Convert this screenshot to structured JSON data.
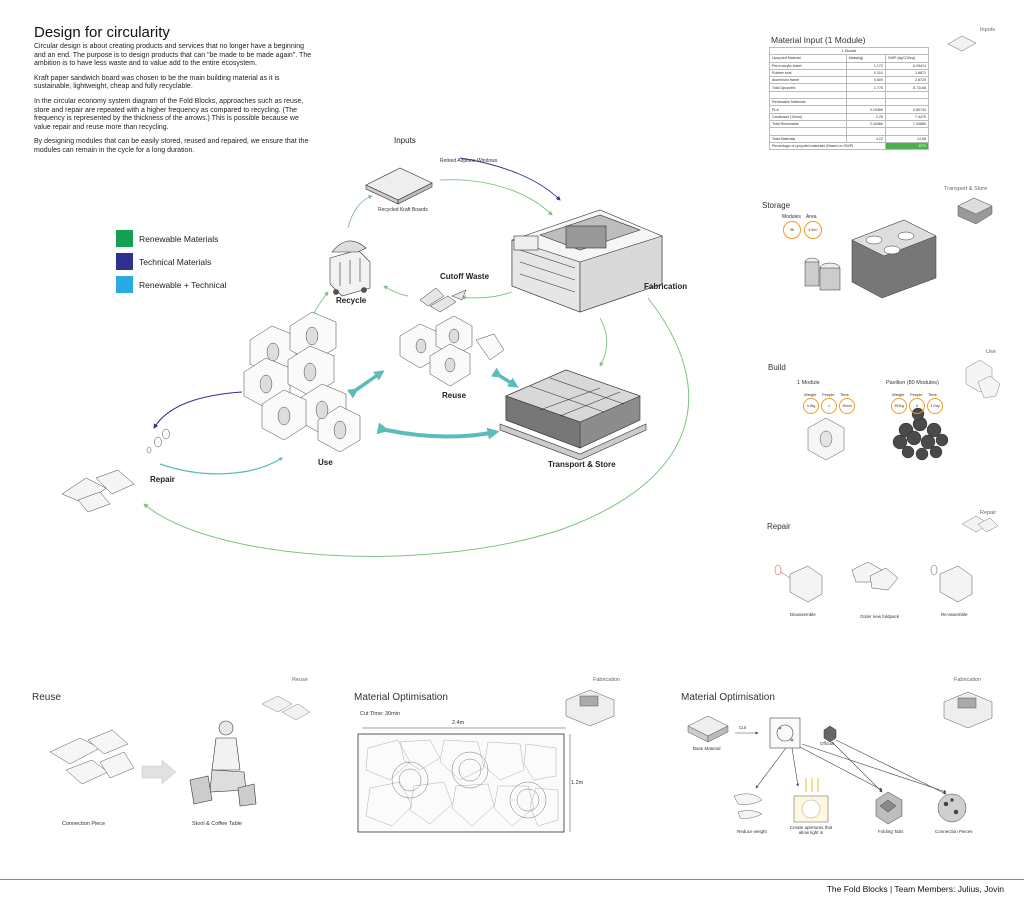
{
  "title": "Design for circularity",
  "intro": [
    "Circular design is about creating products and services that no longer have a beginning and an end. The purpose is to design products that can \"be made to be made again\". The ambition is to have less waste and to value add to the entire ecosystem.",
    "Kraft paper sandwich board was chosen to be the main building material as it is sustainable, lightweight, cheap and fully recyclable.",
    "In the circular economy system diagram of the Fold Blocks, approaches such as reuse, store and repair are repeated with a higher frequency as compared to recycling. (The frequency is represented by the thickness of the arrows.) This is possible because we value repair and reuse more than recycling.",
    "By designing modules that can be easily stored, reused and repaired, we ensure that the modules can remain in the cycle for a long duration."
  ],
  "legend": [
    {
      "label": "Renewable Materials",
      "color": "#14a053"
    },
    {
      "label": "Technical Materials",
      "color": "#2e3192"
    },
    {
      "label": "Renewable + Technical",
      "color": "#29abe2"
    }
  ],
  "colors": {
    "renewable": "#14a053",
    "technical": "#2e3192",
    "renewable_technical": "#29abe2",
    "teal_arrow": "#5bbdbb",
    "green_arrow": "#7cc47f",
    "badge": "#f39a21",
    "table_highlight": "#4caf50"
  },
  "cycle": {
    "inputs": "Inputs",
    "retired_windows": "Retired Airplane Windows",
    "recycled_boards": "Recycled Kraft Boards",
    "recycle": "Recycle",
    "cutoff": "Cutoff Waste",
    "fabrication": "Fabrication",
    "reuse": "Reuse",
    "use": "Use",
    "transport": "Transport & Store",
    "repair": "Repair"
  },
  "material_input": {
    "title": "Material Input (1 Module)",
    "header": "1 Module",
    "columns": [
      "Upcycled Material",
      "Mass(kg)",
      "GWP (kgCO2eq)"
    ],
    "rows": [
      [
        "Perm acrylic sheet",
        "1.172",
        "6.29414"
      ],
      [
        "Rubber seal",
        "0.310",
        "1.6871"
      ],
      [
        "Aluminium frame",
        "0.609",
        "2.8720"
      ],
      [
        "Total Upcycled",
        "1.776",
        "8.71146"
      ],
      [
        "",
        "",
        ""
      ],
      [
        "Renewable Materials",
        "",
        ""
      ],
      [
        "PLA",
        "0.19466",
        "0.89744"
      ],
      [
        "Cardboard (10mm)",
        "2.25",
        "7.4475"
      ],
      [
        "Total Renewable",
        "2.44466",
        "7.34889"
      ],
      [
        "",
        "",
        ""
      ],
      [
        "Total Materials",
        "4.22",
        "14.86"
      ],
      [
        "Percentage of upcycled materials (Based on GWP)",
        "",
        "67%"
      ]
    ]
  },
  "thumbs": {
    "inputs": "Inputs",
    "transport": "Transport & Store",
    "use": "Use",
    "repair": "Repair"
  },
  "storage": {
    "title": "Storage",
    "modules_label": "Modules",
    "area_label": "Area",
    "modules_value": "96",
    "area_value": "4.9m²"
  },
  "build": {
    "title": "Build",
    "one_module": "1 Module",
    "pavilion": "Pavilion (80 Modules)",
    "labels": [
      "Weight",
      "People",
      "Time"
    ],
    "one_values": [
      "4.9kg",
      "1",
      "15min"
    ],
    "pavilion_values": [
      "392kg",
      "6",
      "3 Day"
    ]
  },
  "repair": {
    "title": "Repair",
    "steps": [
      "Disassemble",
      "Order new foldpack",
      "Re-assemble"
    ]
  },
  "reuse": {
    "title": "Reuse",
    "thumb": "Reuse",
    "left": "Connection Piece",
    "right": "Stool & Coffee Table"
  },
  "optim1": {
    "title": "Material Optimisation",
    "thumb": "Fabrication",
    "cut_time": "Cut Time: 30min",
    "width": "2.4m",
    "height": "1.2m"
  },
  "optim2": {
    "title": "Material Optimisation",
    "thumb": "Fabrication",
    "base": "Base Material",
    "cut": "Cut",
    "offcuts": "Offcuts",
    "outputs": [
      "Reduce weight",
      "Create apertures that allow light in",
      "Folding Tabs",
      "Connection Pieces"
    ]
  },
  "footer": "The Fold Blocks | Team Members: Julius, Jovin"
}
